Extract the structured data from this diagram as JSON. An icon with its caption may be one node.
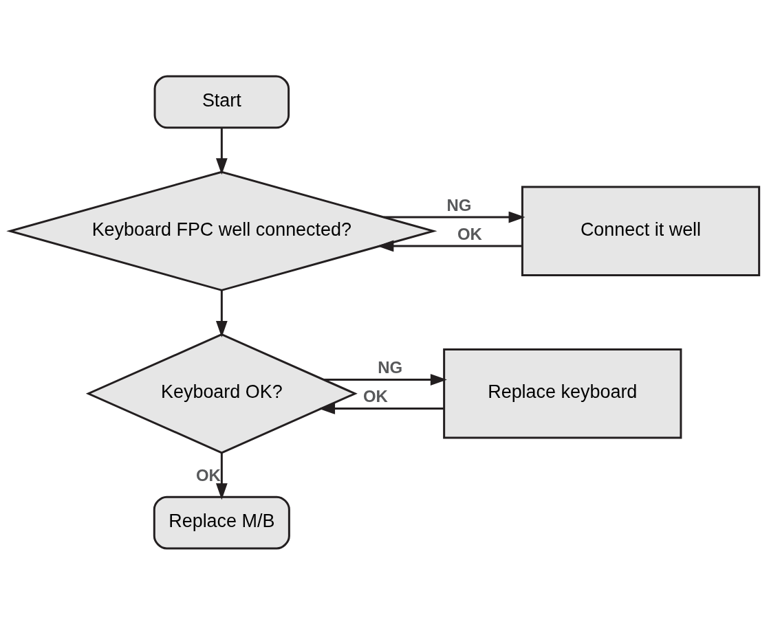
{
  "diagram": {
    "nodes": [
      {
        "text": [
          "Start"
        ]
      },
      {
        "text": [
          "Keyboard FPC well connected?"
        ]
      },
      {
        "text": [
          "Connect it well"
        ]
      },
      {
        "text": [
          "Keyboard OK?"
        ]
      },
      {
        "text": [
          "Replace keyboard"
        ]
      },
      {
        "text": [
          "Replace M/B"
        ]
      }
    ],
    "edges": [
      {
        "from": 0,
        "to": 1,
        "arrow": "to"
      },
      {
        "from": 1,
        "to": 2,
        "label": "NG",
        "arrow": "to"
      },
      {
        "from": 2,
        "to": 1,
        "label": "OK",
        "arrow": "to"
      },
      {
        "from": 1,
        "to": 3,
        "arrow": "to"
      },
      {
        "from": 3,
        "to": 4,
        "label": "NG",
        "arrow": "to"
      },
      {
        "from": 4,
        "to": 3,
        "label": "OK",
        "arrow": "to"
      },
      {
        "from": 3,
        "to": 5,
        "label": "OK",
        "arrow": "to"
      }
    ]
  }
}
